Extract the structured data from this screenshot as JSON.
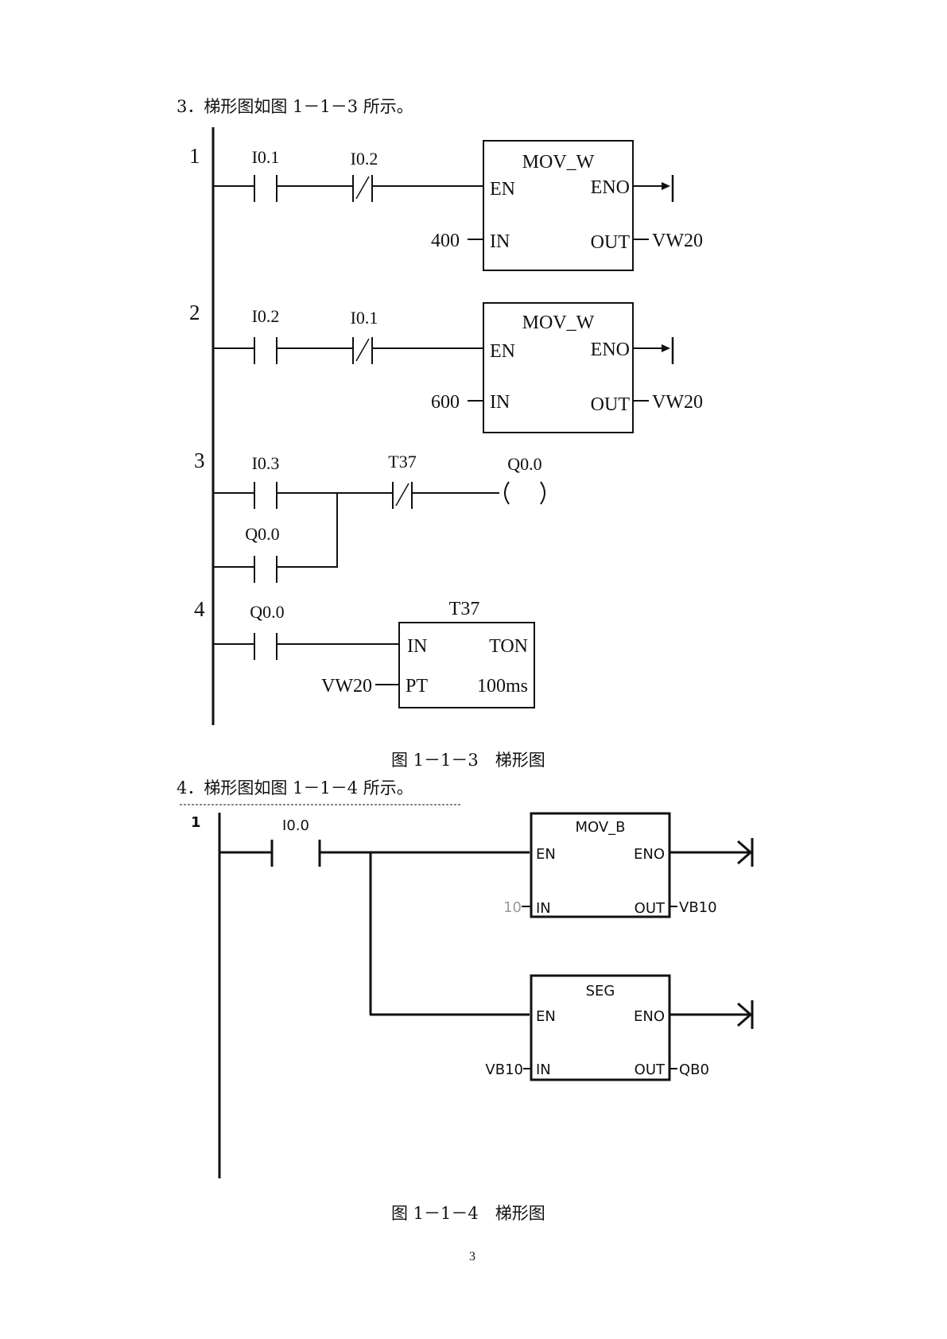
{
  "headings": {
    "h3": "3．梯形图如图 1－1－3 所示。",
    "h4": "4．梯形图如图 1－1－4 所示。"
  },
  "captions": {
    "fig3": "图 1－1－3　梯形图",
    "fig4": "图 1－1－4　梯形图"
  },
  "page_number": "3",
  "fig3": {
    "rung_numbers": [
      "1",
      "2",
      "3",
      "4"
    ],
    "rung1": {
      "contact_a": "I0.1",
      "contact_b": "I0.2",
      "box_title": "MOV_W",
      "pin_en": "EN",
      "pin_eno": "ENO",
      "pin_in": "IN",
      "pin_out": "OUT",
      "in_value": "400",
      "out_value": "VW20"
    },
    "rung2": {
      "contact_a": "I0.2",
      "contact_b": "I0.1",
      "box_title": "MOV_W",
      "pin_en": "EN",
      "pin_eno": "ENO",
      "pin_in": "IN",
      "pin_out": "OUT",
      "in_value": "600",
      "out_value": "VW20"
    },
    "rung3": {
      "contact_a": "I0.3",
      "contact_b": "T37",
      "contact_parallel": "Q0.0",
      "coil": "Q0.0"
    },
    "rung4": {
      "contact_a": "Q0.0",
      "timer_name": "T37",
      "pin_in": "IN",
      "pin_type": "TON",
      "pin_pt": "PT",
      "resolution": "100ms",
      "pt_value": "VW20"
    }
  },
  "fig4": {
    "rung_number": "1",
    "contact": "I0.0",
    "box1": {
      "title": "MOV_B",
      "pin_en": "EN",
      "pin_eno": "ENO",
      "pin_in": "IN",
      "pin_out": "OUT",
      "in_value": "10",
      "out_value": "VB10"
    },
    "box2": {
      "title": "SEG",
      "pin_en": "EN",
      "pin_eno": "ENO",
      "pin_in": "IN",
      "pin_out": "OUT",
      "in_value": "VB10",
      "out_value": "QB0"
    }
  }
}
